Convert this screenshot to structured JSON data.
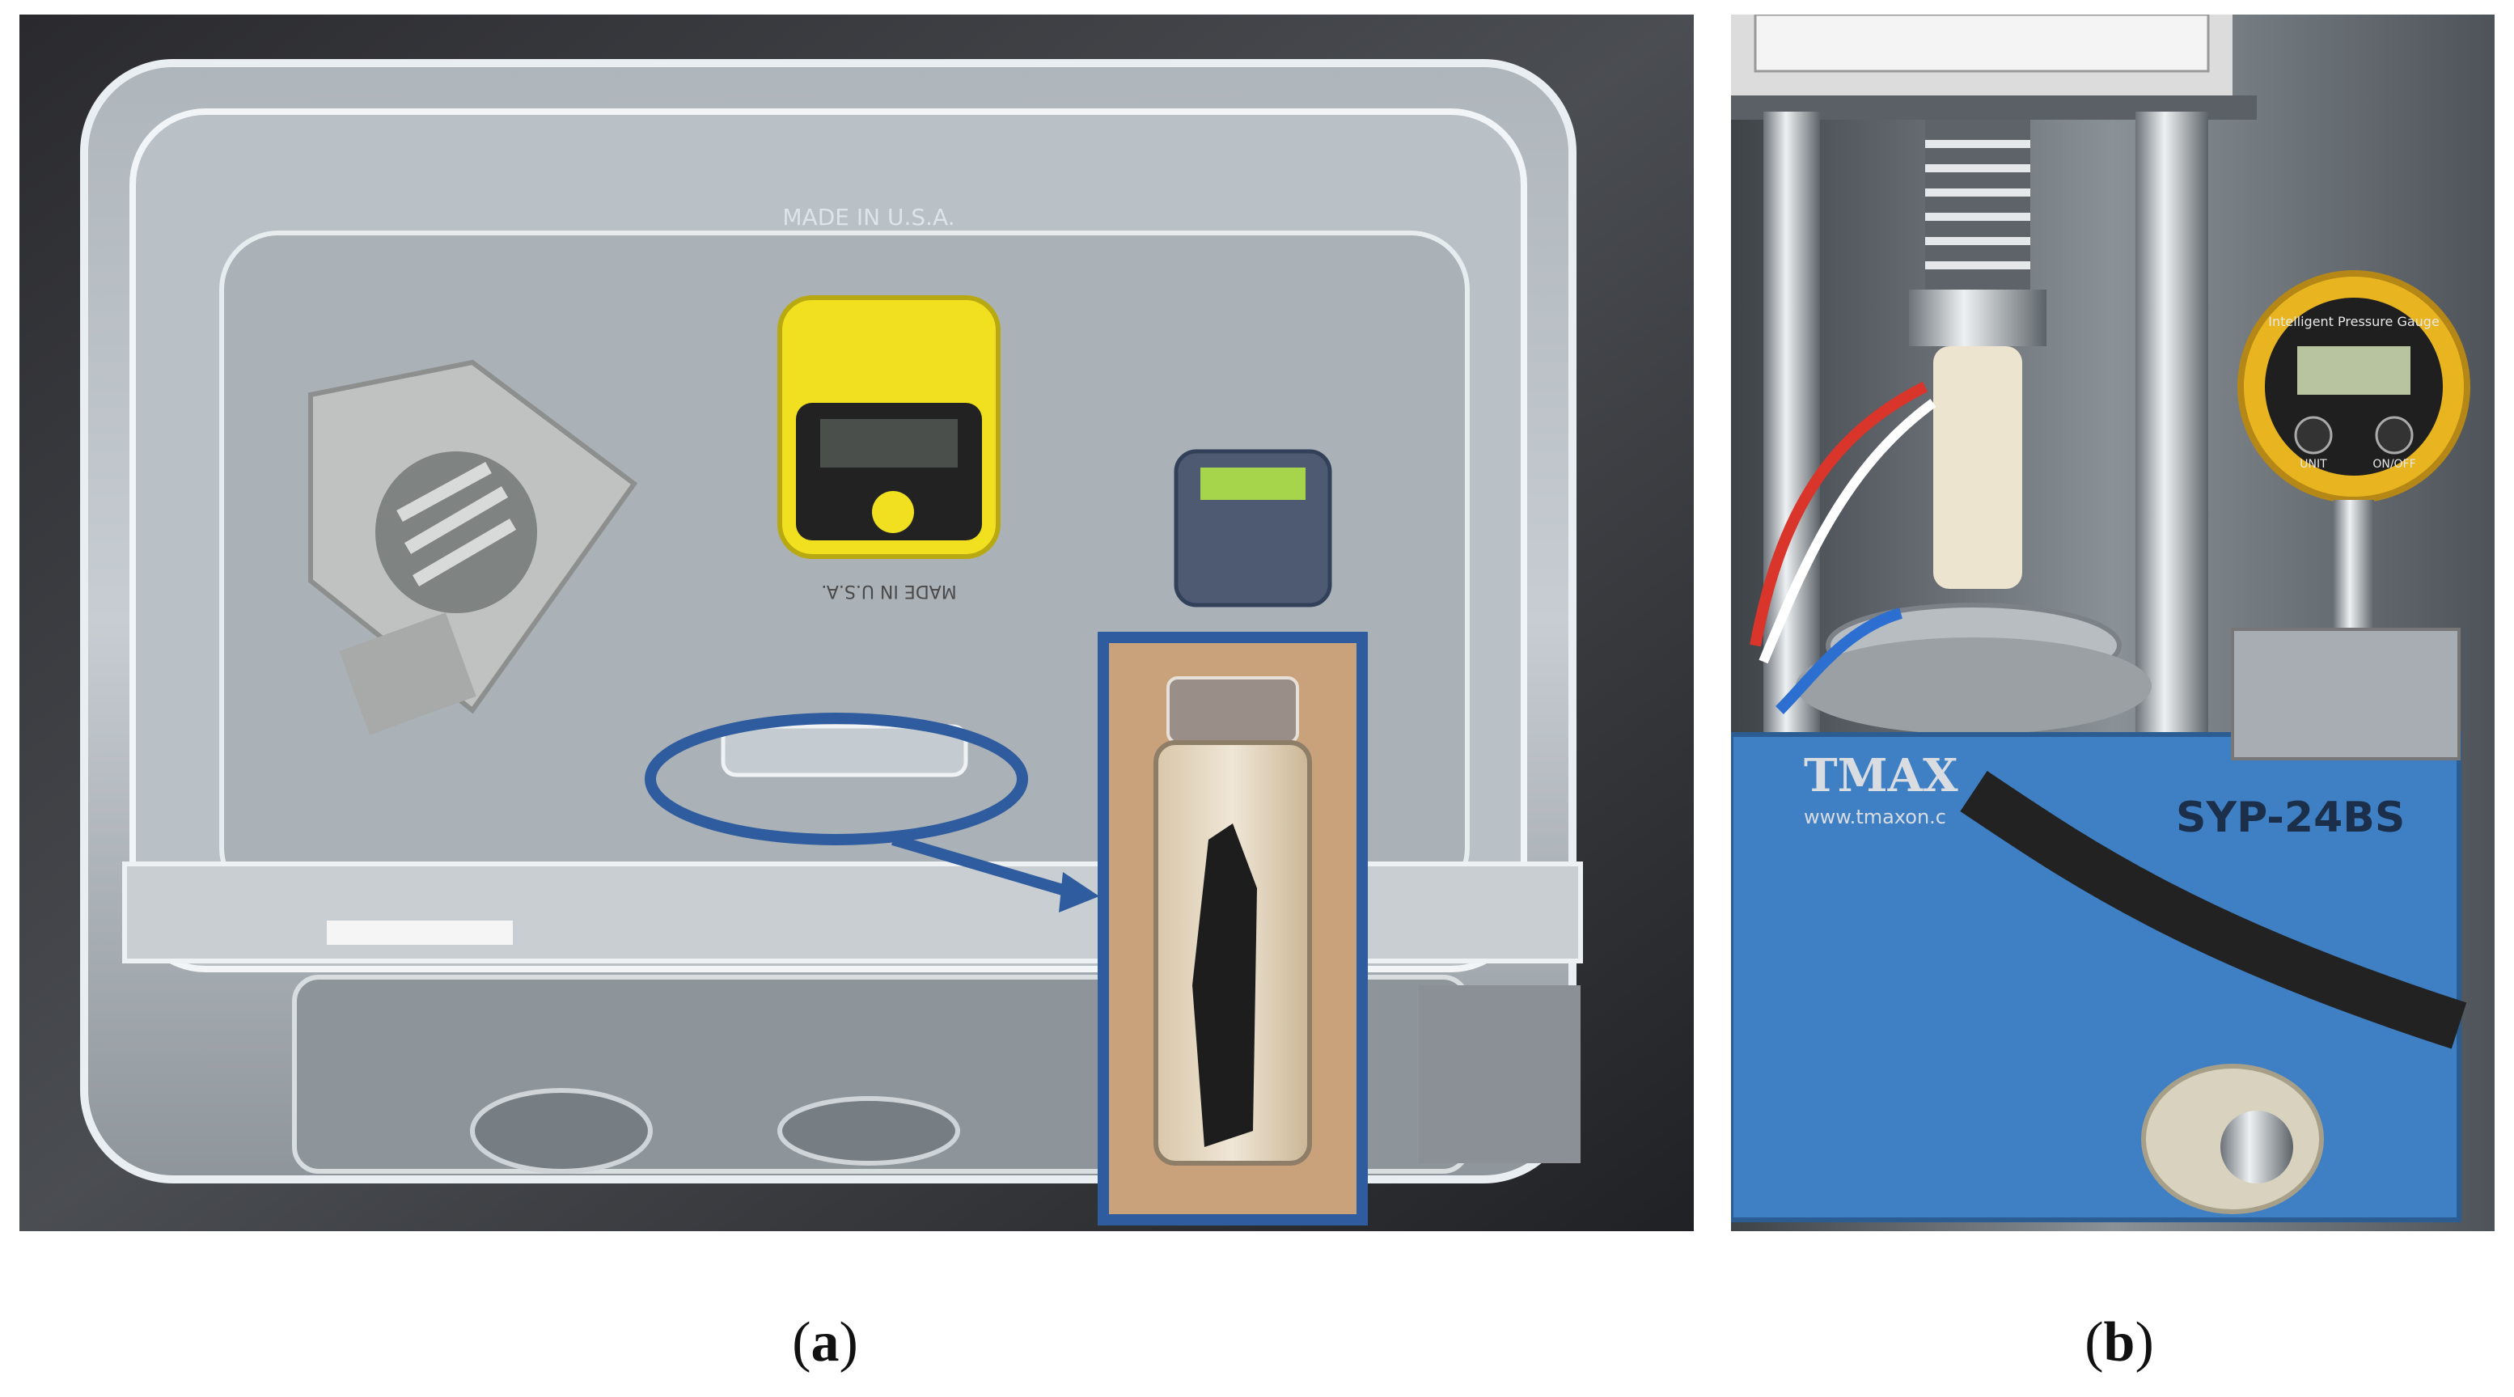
{
  "panel_a": {
    "caption_letter": "a",
    "box_label": "MADE IN U.S.A.",
    "gauge_label": "MADE IN U.S.A.",
    "colors": {
      "highlight": "#2e5c9e",
      "detector": "#f0e020",
      "tray": "#cfd6dc"
    }
  },
  "panel_b": {
    "caption_letter": "b",
    "brand": "TMAX",
    "website": "www.tmaxon.c",
    "model": "SYP-24BS",
    "gauge_title": "Intelligent Pressure Gauge",
    "gauge_btn_left": "UNIT",
    "gauge_btn_right": "ON/OFF",
    "colors": {
      "base": "#3f7fc4",
      "gauge": "#e8b520"
    }
  }
}
